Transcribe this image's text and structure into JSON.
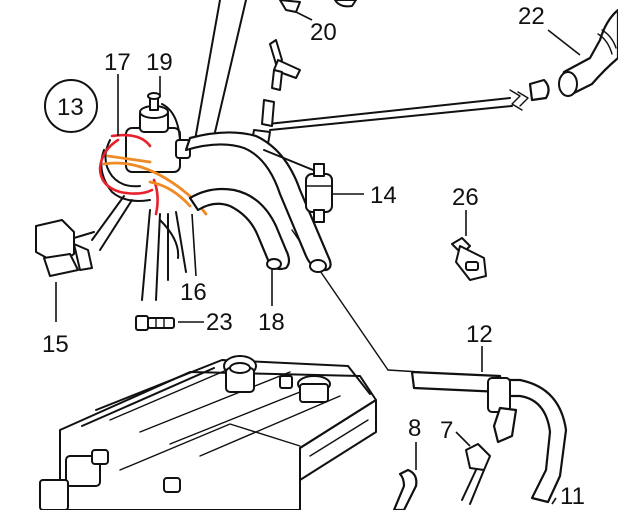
{
  "callouts": {
    "c20": "20",
    "c22": "22",
    "c17": "17",
    "c19": "19",
    "c13": "13",
    "c14": "14",
    "c26": "26",
    "c15": "15",
    "c16": "16",
    "c23": "23",
    "c18": "18",
    "c12": "12",
    "c8": "8",
    "c7": "7",
    "c11": "11"
  },
  "colors": {
    "annotation_red": "#e8202a",
    "annotation_orange": "#f08a24",
    "line_art": "#111111"
  }
}
